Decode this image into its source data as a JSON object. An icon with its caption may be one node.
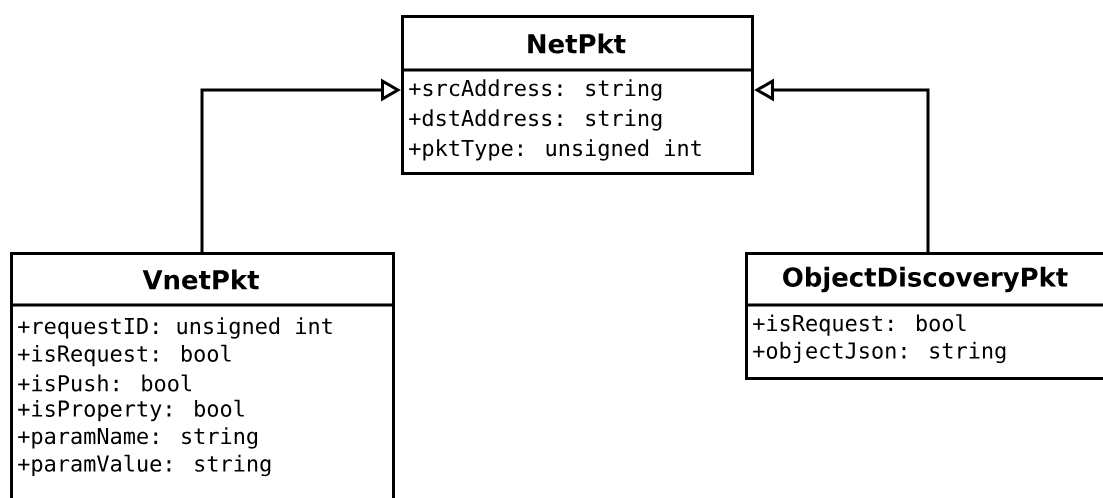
{
  "diagram": {
    "nodes": [
      {
        "text": [
          "NetPkt",
          "+srcAddress: string",
          "+dstAddress: string",
          "+pktType: unsigned int"
        ]
      },
      {
        "text": [
          "VnetPkt",
          "+requestID: unsigned int",
          "+isRequest: bool",
          "+isPush: bool",
          "+isProperty: bool",
          "+paramName: string",
          "+paramValue: string"
        ]
      },
      {
        "text": [
          "ObjectDiscoveryPkt",
          "+isRequest: bool",
          "+objectJson: string"
        ]
      }
    ],
    "edges": [
      {
        "from": 1,
        "to": 0,
        "arrow": "to"
      },
      {
        "from": 2,
        "to": 0,
        "arrow": "to"
      }
    ]
  }
}
